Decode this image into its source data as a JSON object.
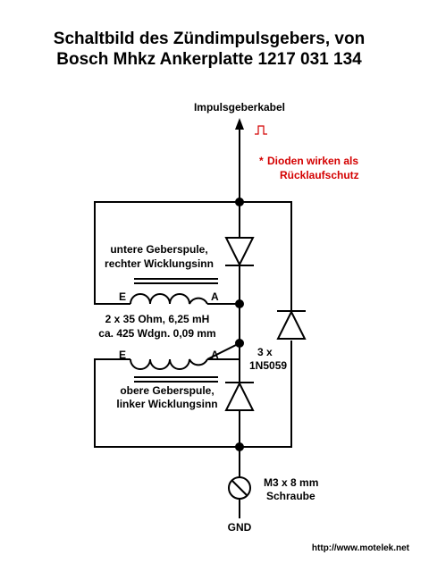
{
  "title": {
    "line1": "Schaltbild des Zündimpulsgebers, von",
    "line2": "Bosch Mhkz Ankerplatte 1217 031 134"
  },
  "labels": {
    "cable": "Impulsgeberkabel",
    "note_star": "*",
    "note_line1": "Dioden wirken als",
    "note_line2": "Rücklaufschutz",
    "lower_coil_line1": "untere Geberspule,",
    "lower_coil_line2": "rechter Wicklungsinn",
    "coil_specs_line1": "2 x 35 Ohm,   6,25 mH",
    "coil_specs_line2": "ca. 425 Wdgn. 0,09 mm",
    "upper_coil_line1": "obere Geberspule,",
    "upper_coil_line2": "linker Wicklungsinn",
    "terminal_e1": "E",
    "terminal_a1": "A",
    "terminal_e2": "E",
    "terminal_a2": "A",
    "diode_count": "3 x",
    "diode_type": "1N5059",
    "screw_line1": "M3 x 8 mm",
    "screw_line2": "Schraube",
    "ground": "GND",
    "url": "http://www.motelek.net"
  },
  "colors": {
    "wire": "#000000",
    "annotation": "#d40000"
  }
}
